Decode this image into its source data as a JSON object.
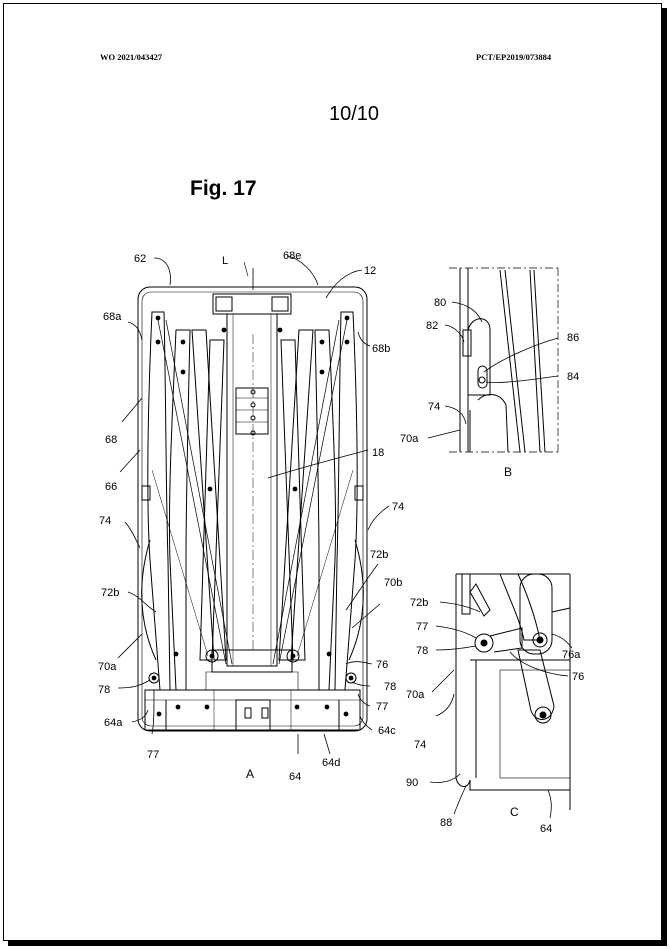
{
  "header": {
    "publication_number": "WO 2021/043427",
    "application_number": "PCT/EP2019/073884"
  },
  "page_number": "10/10",
  "figure_title": "Fig. 17",
  "views": {
    "main": "A",
    "detail_top": "B",
    "detail_bottom": "C"
  },
  "reference_labels": {
    "main": [
      "62",
      "L",
      "68e",
      "12",
      "68a",
      "68b",
      "68",
      "66",
      "18",
      "74",
      "74",
      "72b",
      "72b",
      "70b",
      "70a",
      "76",
      "78",
      "78",
      "77",
      "77",
      "64a",
      "64c",
      "64d",
      "64"
    ],
    "detail_b": [
      "80",
      "82",
      "86",
      "84",
      "74",
      "70a"
    ],
    "detail_c": [
      "72b",
      "77",
      "76a",
      "78",
      "76",
      "70a",
      "74",
      "90",
      "88",
      "64"
    ]
  }
}
